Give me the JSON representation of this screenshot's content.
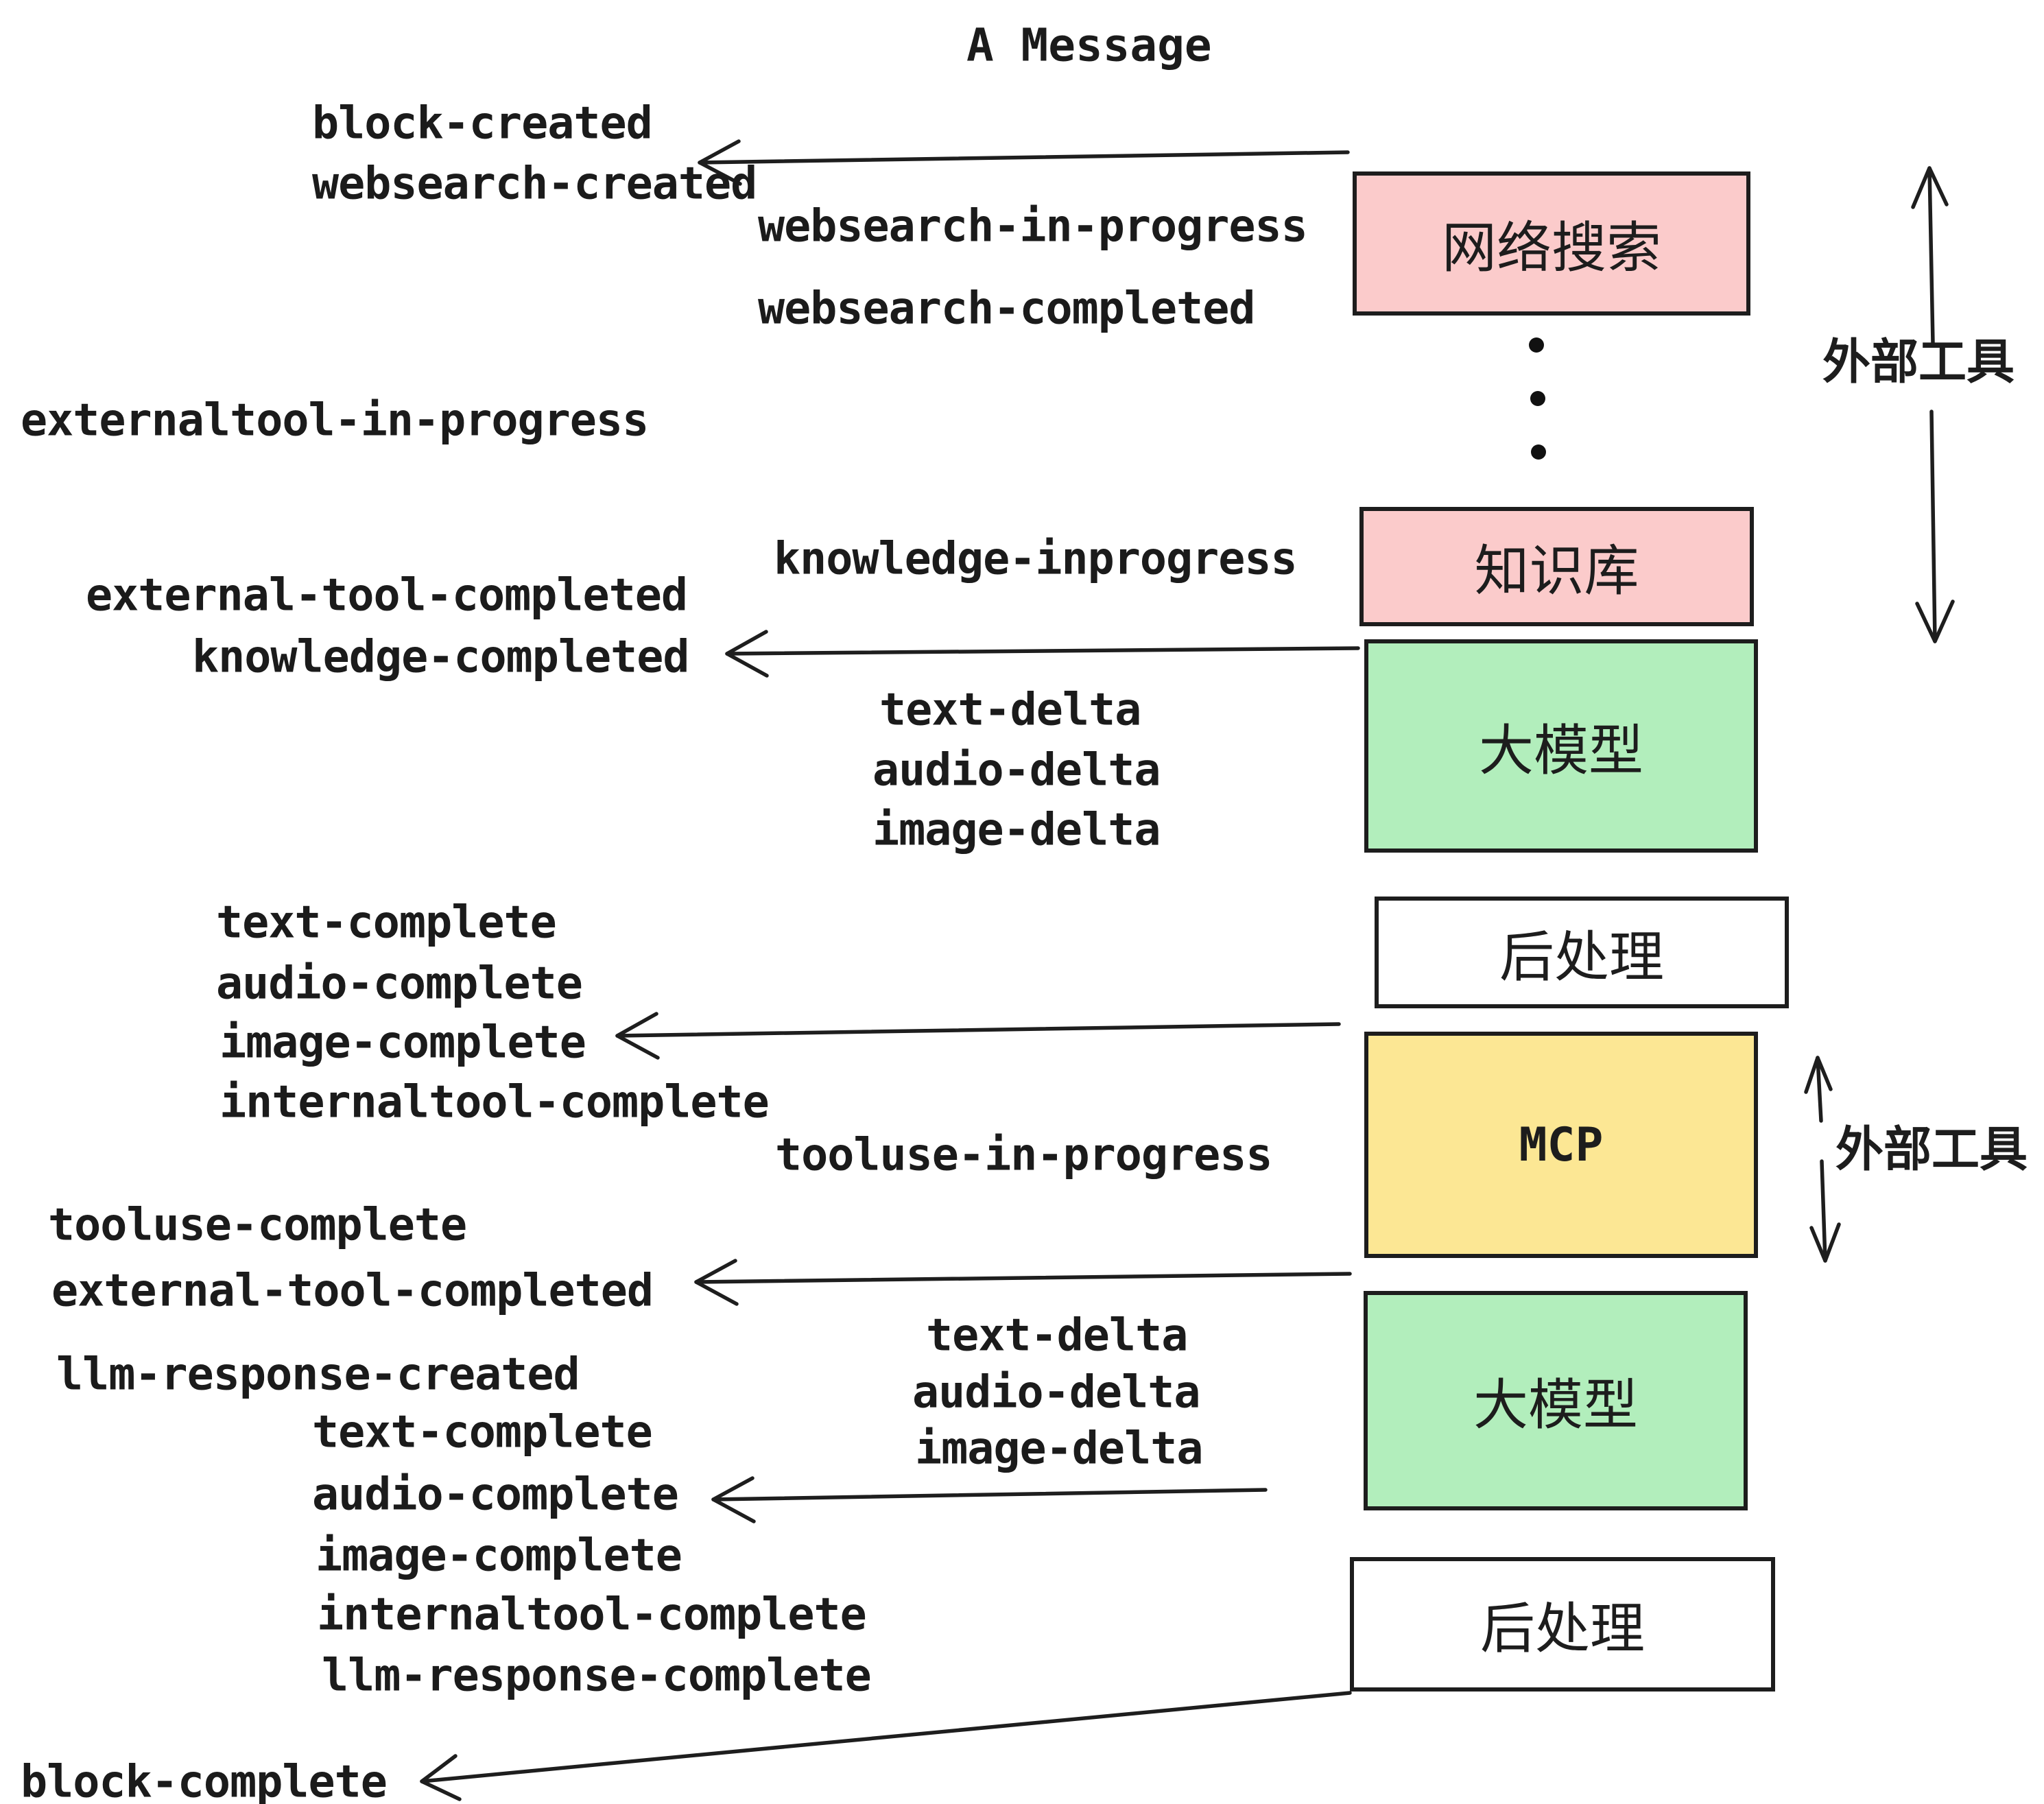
{
  "title": "A Message",
  "events": {
    "block_created": "block-created",
    "websearch_created": "websearch-created",
    "websearch_in_progress": "websearch-in-progress",
    "websearch_completed": "websearch-completed",
    "externaltool_in_progress": "externaltool-in-progress",
    "knowledge_inprogress": "knowledge-inprogress",
    "external_tool_completed": "external-tool-completed",
    "knowledge_completed": "knowledge-completed",
    "text_delta": "text-delta",
    "audio_delta": "audio-delta",
    "image_delta": "image-delta",
    "text_complete": "text-complete",
    "audio_complete": "audio-complete",
    "image_complete": "image-complete",
    "internaltool_complete": "internaltool-complete",
    "tooluse_in_progress": "tooluse-in-progress",
    "tooluse_complete": "tooluse-complete",
    "llm_response_created": "llm-response-created",
    "llm_response_complete": "llm-response-complete",
    "block_complete": "block-complete"
  },
  "boxes": [
    {
      "id": "websearch",
      "label": "网络搜索",
      "fill": "#FBCBCB"
    },
    {
      "id": "knowledge",
      "label": "知识库",
      "fill": "#FBCBCB"
    },
    {
      "id": "llm-1",
      "label": "大模型",
      "fill": "#B2EEBC"
    },
    {
      "id": "post-1",
      "label": "后处理",
      "fill": "#FFFFFF"
    },
    {
      "id": "mcp",
      "label": "MCP",
      "fill": "#FCE794"
    },
    {
      "id": "llm-2",
      "label": "大模型",
      "fill": "#B2EEBC"
    },
    {
      "id": "post-2",
      "label": "后处理",
      "fill": "#FFFFFF"
    }
  ],
  "side_labels": {
    "external_tools_top": "外部工具",
    "external_tools_middle": "外部工具"
  },
  "colors": {
    "stroke": "#1e1e1e",
    "text": "#1b1b1b",
    "box_border": "#1d1d1d",
    "pink": "#FBCBCB",
    "green": "#B2EEBC",
    "yellow": "#FCE794",
    "white": "#FFFFFF"
  }
}
